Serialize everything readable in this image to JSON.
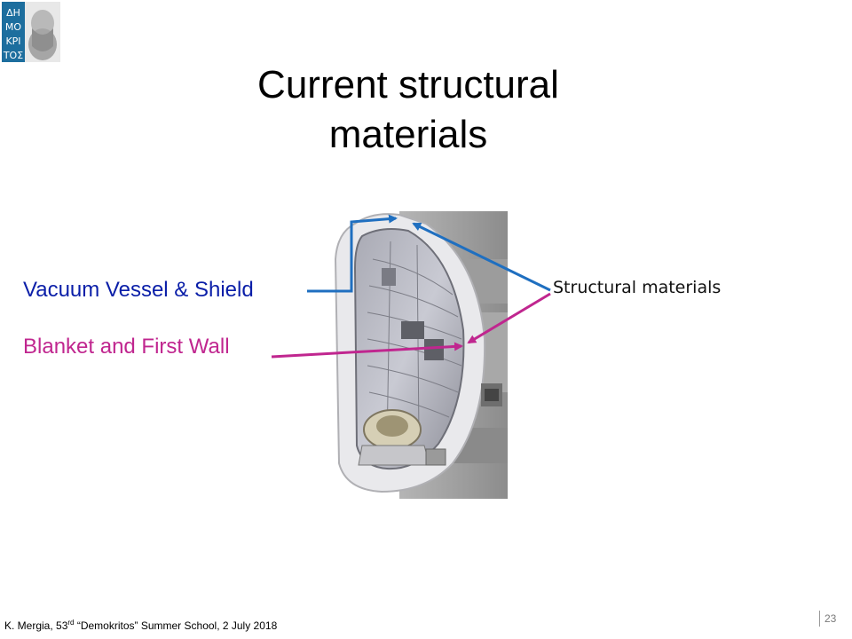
{
  "slide": {
    "title_line1": "Current structural",
    "title_line2": "materials",
    "labels": {
      "vacuum_vessel": "Vacuum Vessel & Shield",
      "blanket": "Blanket and First Wall",
      "structural": "Structural materials"
    },
    "logo_text": "ΔΗΜΟΚΡΙΤΟΣ",
    "footer": {
      "prefix": "K. Mergia, 53",
      "superscript": "rd",
      "suffix": " “Demokritos” Summer School, 2 July 2018"
    },
    "page_number": "23"
  },
  "colors": {
    "vacuum_vessel": "#1f6fc0",
    "blanket": "#c0268f",
    "logo_bg": "#1d6e9e"
  }
}
